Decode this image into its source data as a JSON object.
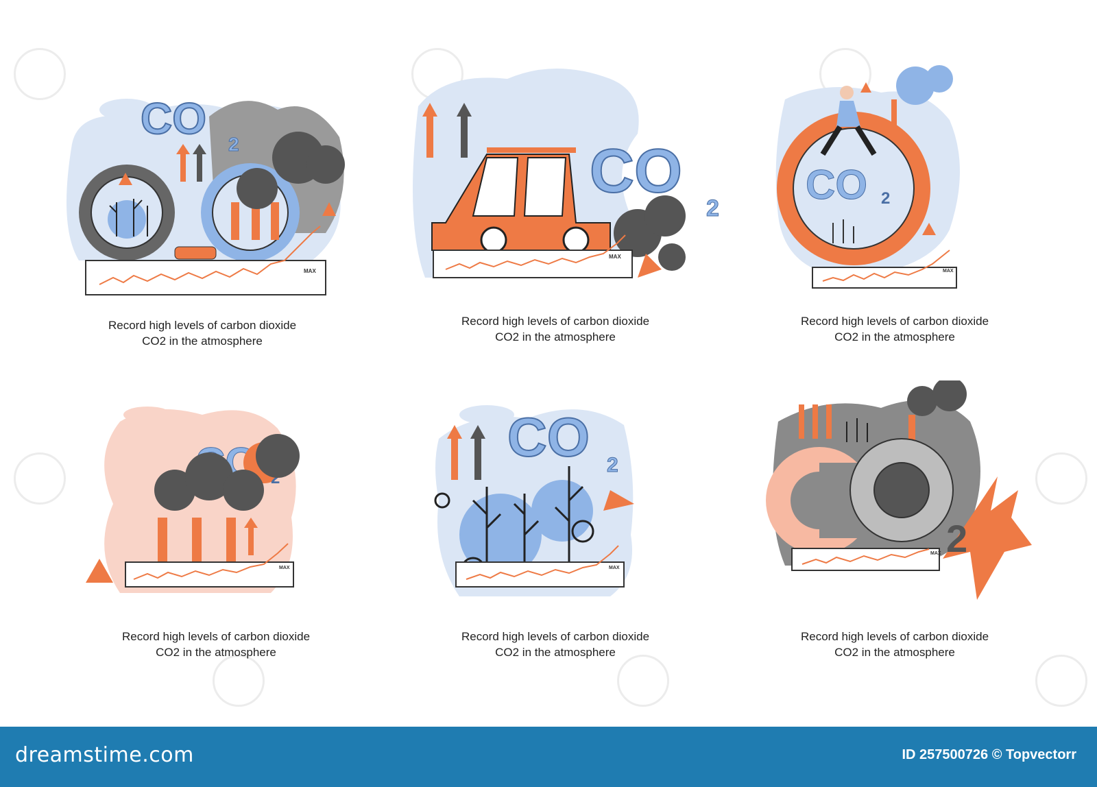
{
  "panels": [
    {
      "caption_line1": "Record high levels of carbon dioxide",
      "caption_line2": "CO2 in the atmosphere",
      "label_max": "MAX"
    },
    {
      "caption_line1": "Record high levels of carbon dioxide",
      "caption_line2": "CO2 in the atmosphere",
      "label_max": "MAX"
    },
    {
      "caption_line1": "Record high levels of carbon dioxide",
      "caption_line2": "CO2 in the atmosphere",
      "label_max": "MAX"
    },
    {
      "caption_line1": "Record high levels of carbon dioxide",
      "caption_line2": "CO2 in the atmosphere",
      "label_max": "MAX"
    },
    {
      "caption_line1": "Record high levels of carbon dioxide",
      "caption_line2": "CO2 in the atmosphere",
      "label_max": "MAX"
    },
    {
      "caption_line1": "Record high levels of carbon dioxide",
      "caption_line2": "CO2 in the atmosphere",
      "label_max": "MAX"
    }
  ],
  "co2_text": {
    "co": "CO",
    "sub": "2"
  },
  "footer": {
    "brand": "dreamstime.com",
    "credit": "ID 257500726 © Topvectorr"
  },
  "colors": {
    "blue": "#8fb4e6",
    "light_blue": "#dbe6f5",
    "orange": "#ee7a45",
    "pink": "#f9d4c8",
    "grey": "#8a8a8a",
    "dark_grey": "#555555",
    "footer": "#1f7cb1"
  }
}
